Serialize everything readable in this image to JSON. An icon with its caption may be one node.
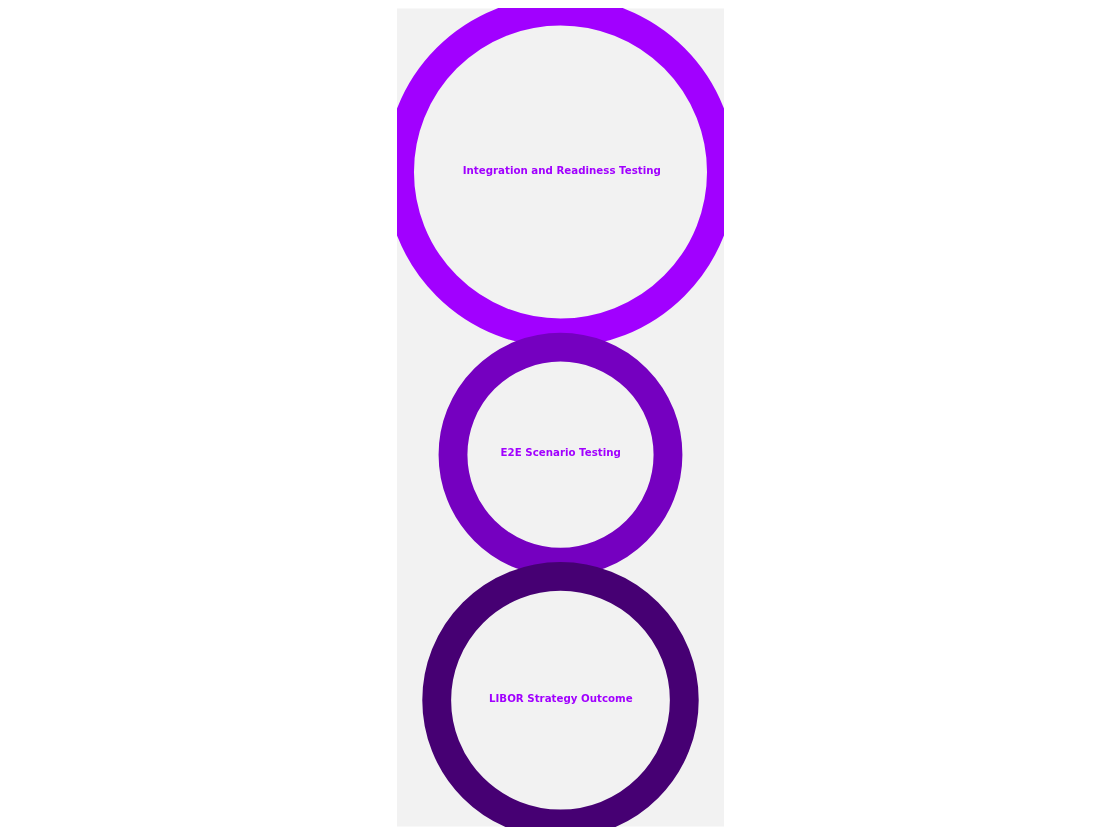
{
  "diagram": {
    "nodes": [
      {
        "text": [
          "Integration and Readiness Testing"
        ]
      },
      {
        "text": [
          "E2E Scenario Testing"
        ]
      },
      {
        "text": [
          "LIBOR Strategy Outcome"
        ]
      }
    ]
  }
}
